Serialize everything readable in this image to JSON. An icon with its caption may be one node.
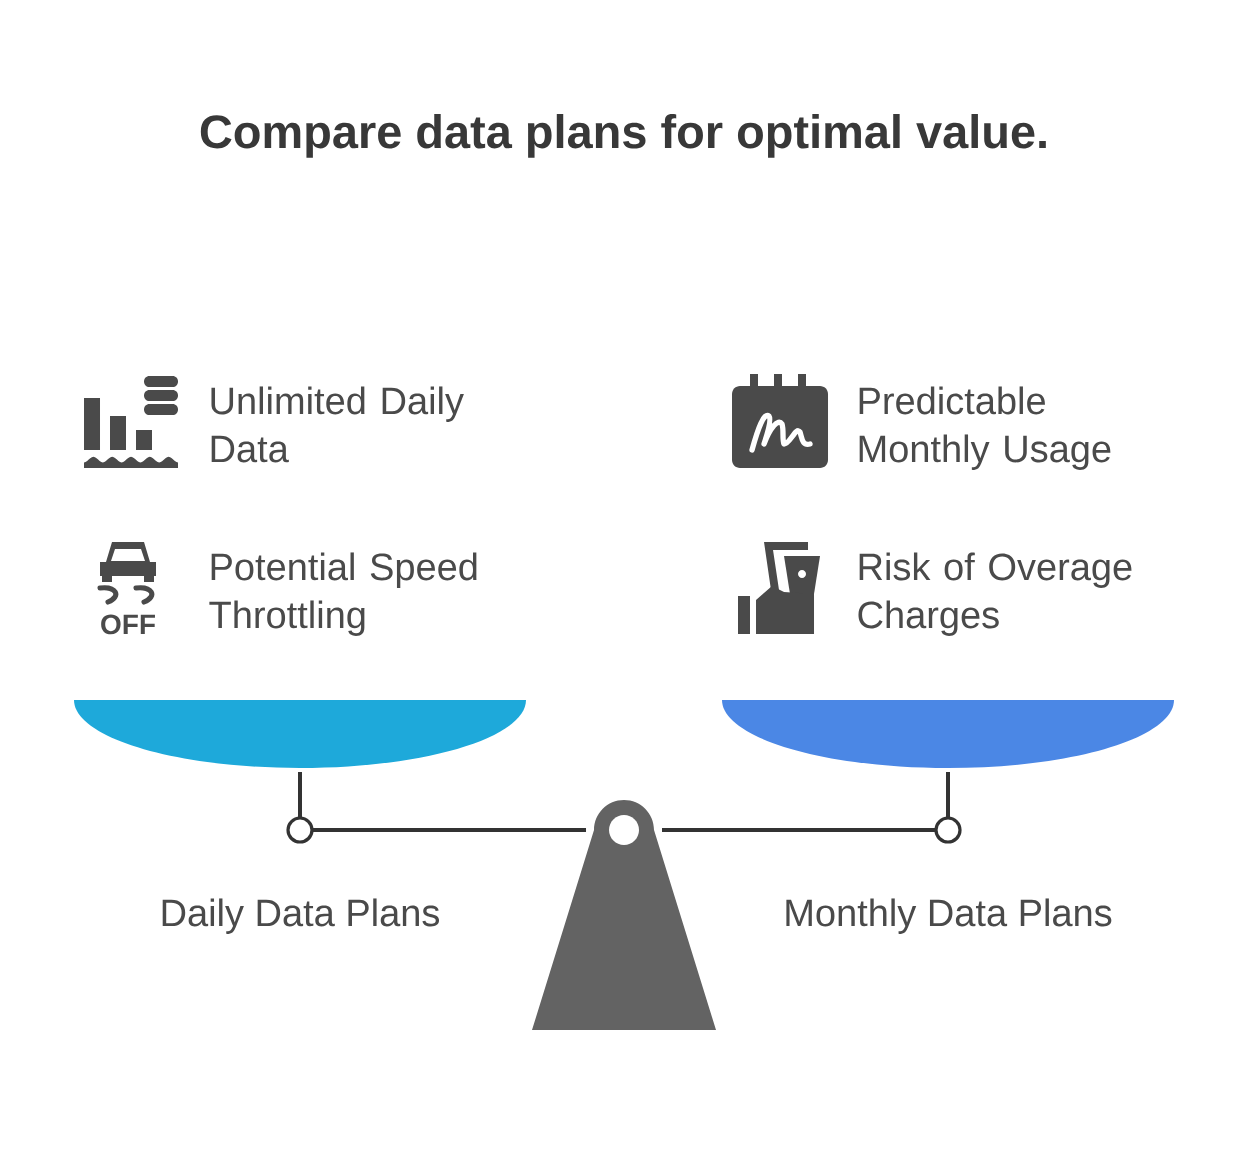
{
  "diagram": {
    "title": "Compare data plans for optimal value.",
    "labels": [
      "Unlimited Daily Data",
      "Predictable Monthly Usage",
      "OFF",
      "Potential Speed Throttling",
      "Risk of Overage Charges",
      "Daily Data Plans",
      "Monthly Data Plans"
    ]
  }
}
